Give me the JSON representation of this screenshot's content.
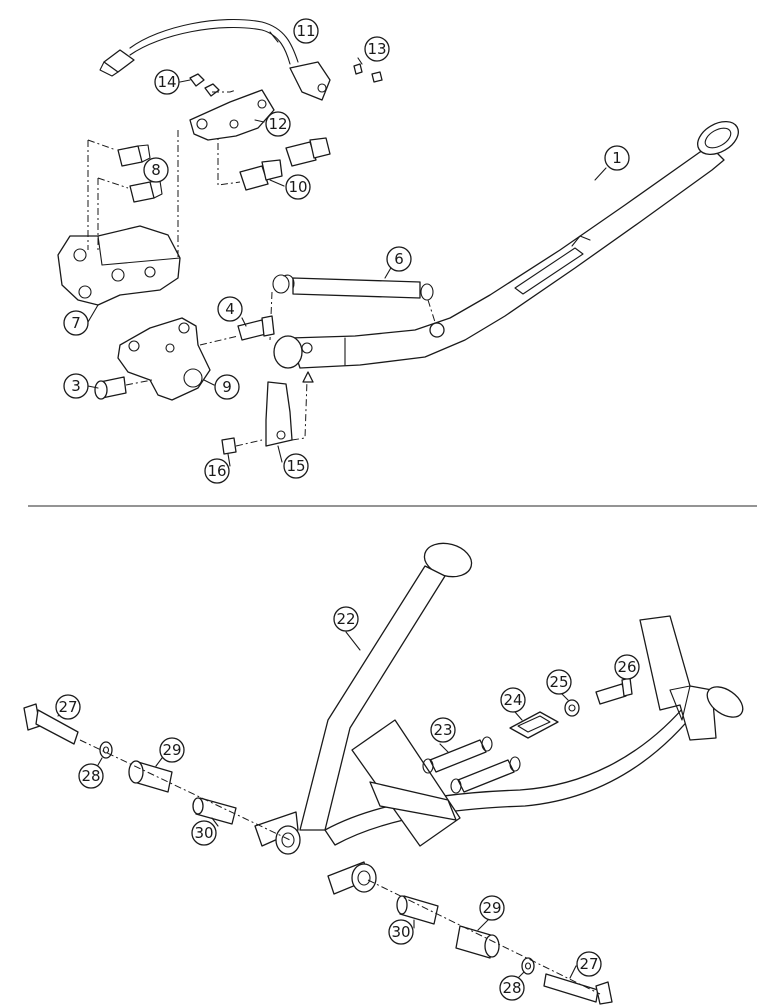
{
  "callouts": [
    {
      "id": "c1",
      "label": "1"
    },
    {
      "id": "c3",
      "label": "3"
    },
    {
      "id": "c4",
      "label": "4"
    },
    {
      "id": "c6",
      "label": "6"
    },
    {
      "id": "c7",
      "label": "7"
    },
    {
      "id": "c8",
      "label": "8"
    },
    {
      "id": "c9",
      "label": "9"
    },
    {
      "id": "c10",
      "label": "10"
    },
    {
      "id": "c11",
      "label": "11"
    },
    {
      "id": "c12",
      "label": "12"
    },
    {
      "id": "c13",
      "label": "13"
    },
    {
      "id": "c14",
      "label": "14"
    },
    {
      "id": "c15",
      "label": "15"
    },
    {
      "id": "c16",
      "label": "16"
    },
    {
      "id": "c22",
      "label": "22"
    },
    {
      "id": "c23",
      "label": "23"
    },
    {
      "id": "c24",
      "label": "24"
    },
    {
      "id": "c25",
      "label": "25"
    },
    {
      "id": "c26",
      "label": "26"
    },
    {
      "id": "c27a",
      "label": "27"
    },
    {
      "id": "c28a",
      "label": "28"
    },
    {
      "id": "c29a",
      "label": "29"
    },
    {
      "id": "c30a",
      "label": "30"
    },
    {
      "id": "c29b",
      "label": "29"
    },
    {
      "id": "c30b",
      "label": "30"
    },
    {
      "id": "c28b",
      "label": "28"
    },
    {
      "id": "c27b",
      "label": "27"
    }
  ]
}
